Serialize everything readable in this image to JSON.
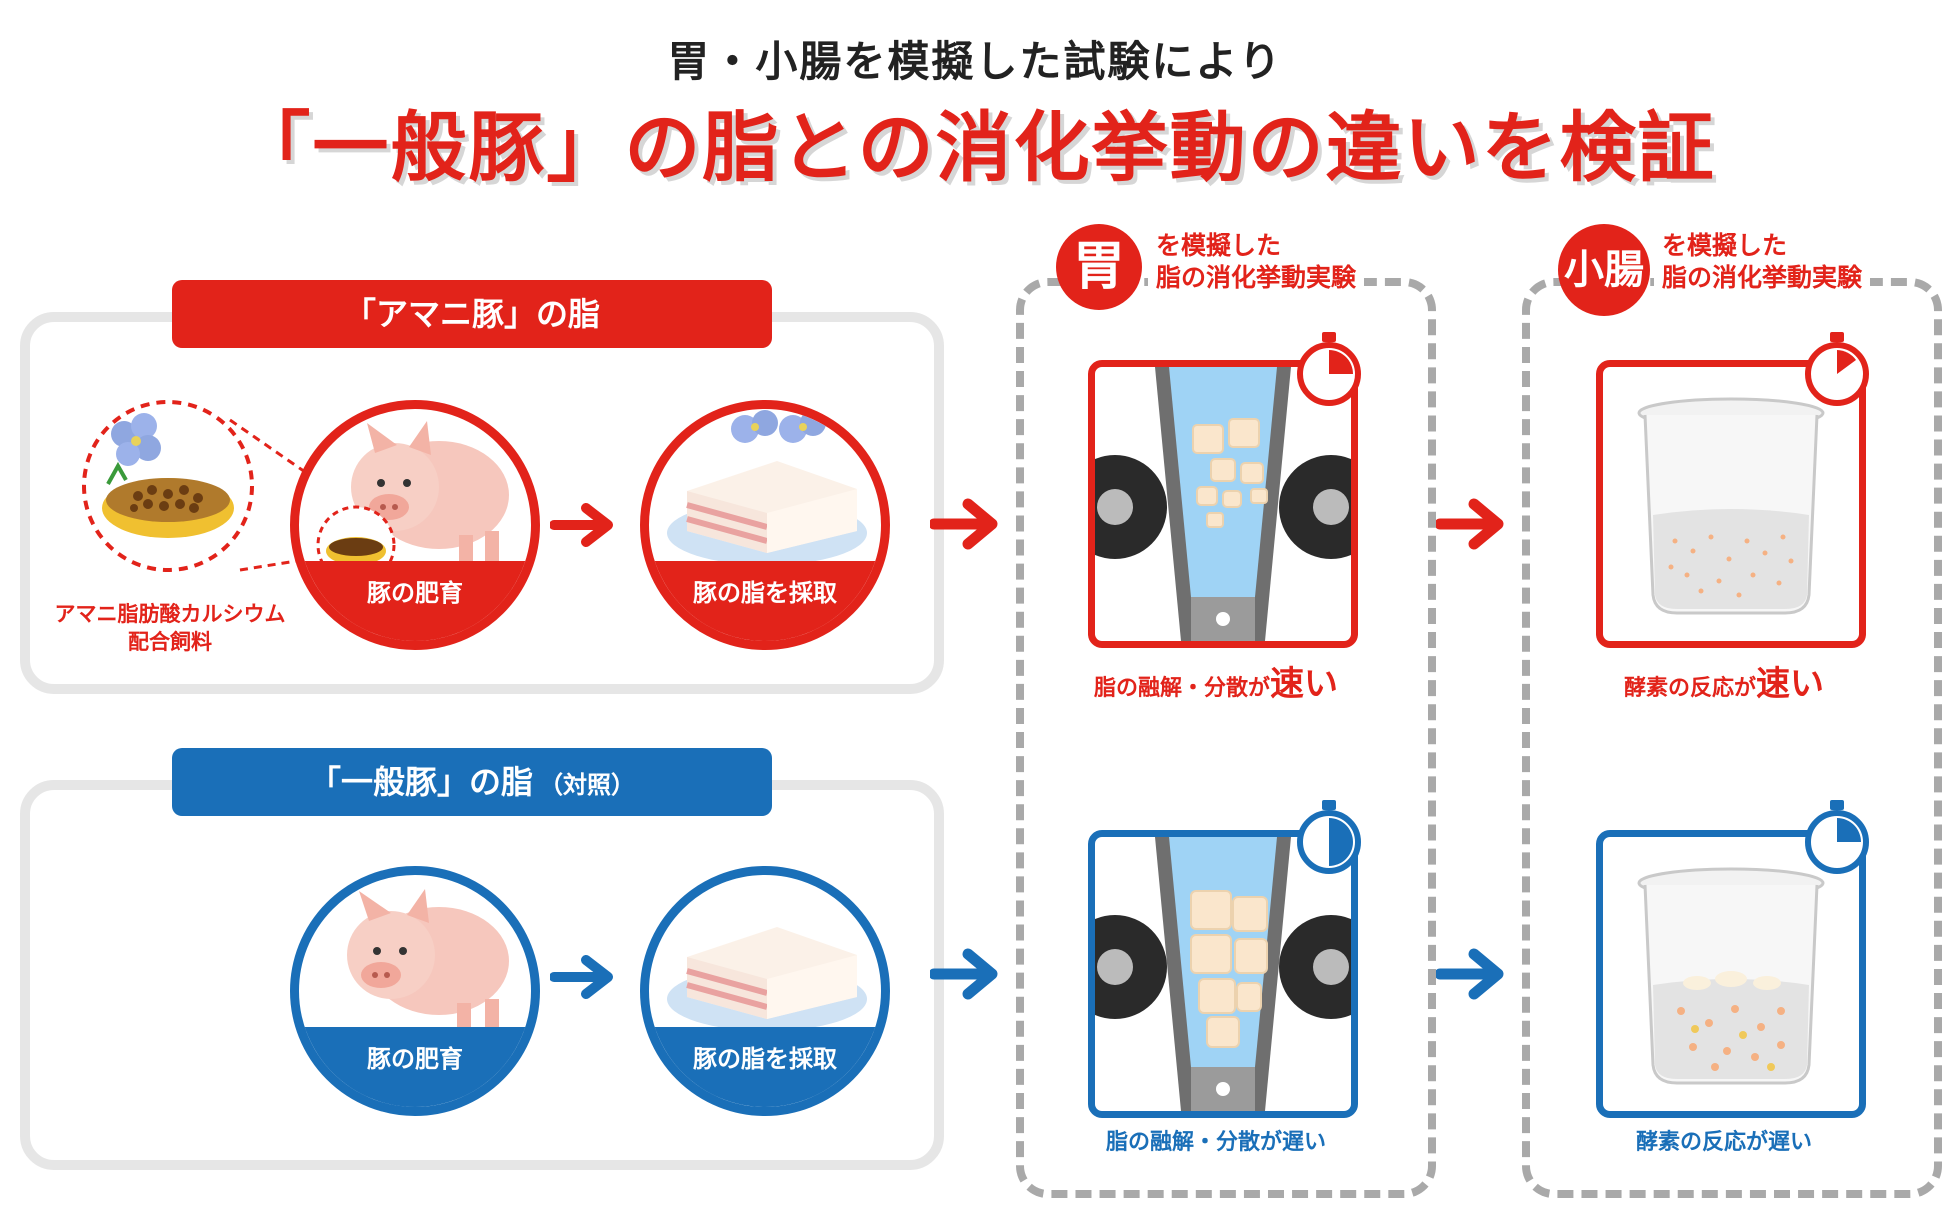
{
  "header": {
    "subtitle": "胃・小腸を模擬した試験により",
    "title": "「一般豚」の脂との消化挙動の違いを検証"
  },
  "flax_group": {
    "label": "「アマニ豚」の脂",
    "feed_caption_line1": "アマニ脂肪酸カルシウム",
    "feed_caption_line2": "配合飼料",
    "step1": "豚の肥育",
    "step2": "豚の脂を採取"
  },
  "control_group": {
    "label": "「一般豚」の脂",
    "label_note": "（対照）",
    "step1": "豚の肥育",
    "step2": "豚の脂を採取"
  },
  "stomach": {
    "badge": "胃",
    "label_line1": "を模擬した",
    "label_line2": "脂の消化挙動実験",
    "result_top_prefix": "脂の融解・分散が",
    "result_top_emph": "速い",
    "result_bottom": "脂の融解・分散が遅い"
  },
  "intestine": {
    "badge": "小腸",
    "label_line1": "を模擬した",
    "label_line2": "脂の消化挙動実験",
    "result_top_prefix": "酵素の反応が",
    "result_top_emph": "速い",
    "result_bottom": "酵素の反応が遅い"
  },
  "colors": {
    "red": "#e2231a",
    "blue": "#1a6fb8",
    "gray": "#a9a9a9"
  },
  "icons": [
    "flax-flower-icon",
    "pig-icon",
    "feed-bowl-icon",
    "pork-fat-icon",
    "stopwatch-icon",
    "arrow-right-icon",
    "beaker-icon",
    "stomach-grinder-icon"
  ]
}
